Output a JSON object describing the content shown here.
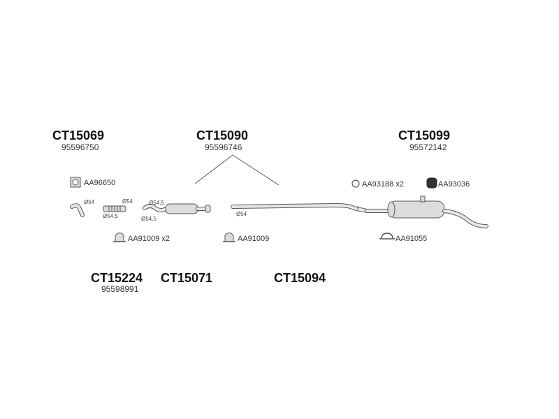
{
  "parts": {
    "ct15069": {
      "code": "CT15069",
      "oem": "95596750"
    },
    "ct15090": {
      "code": "CT15090",
      "oem": "95596746"
    },
    "ct15099": {
      "code": "CT15099",
      "oem": "95572142"
    },
    "ct15224": {
      "code": "CT15224",
      "oem": "95598991"
    },
    "ct15071": {
      "code": "CT15071"
    },
    "ct15094": {
      "code": "CT15094"
    }
  },
  "accessories": {
    "aa96650": "AA96650",
    "aa91009_x2": "AA91009 x2",
    "aa91009": "AA91009",
    "aa93188_x2": "AA93188 x2",
    "aa93036": "AA93036",
    "aa91055": "AA91055"
  },
  "dimensions": {
    "d54_a": "Ø54",
    "d54_b": "Ø54",
    "d545_a": "Ø54,5",
    "d545_b": "Ø54,5",
    "d545_c": "Ø54,5",
    "d54_c": "Ø54"
  },
  "colors": {
    "line": "#555555",
    "fill": "#dcdcdc",
    "text": "#111111"
  }
}
